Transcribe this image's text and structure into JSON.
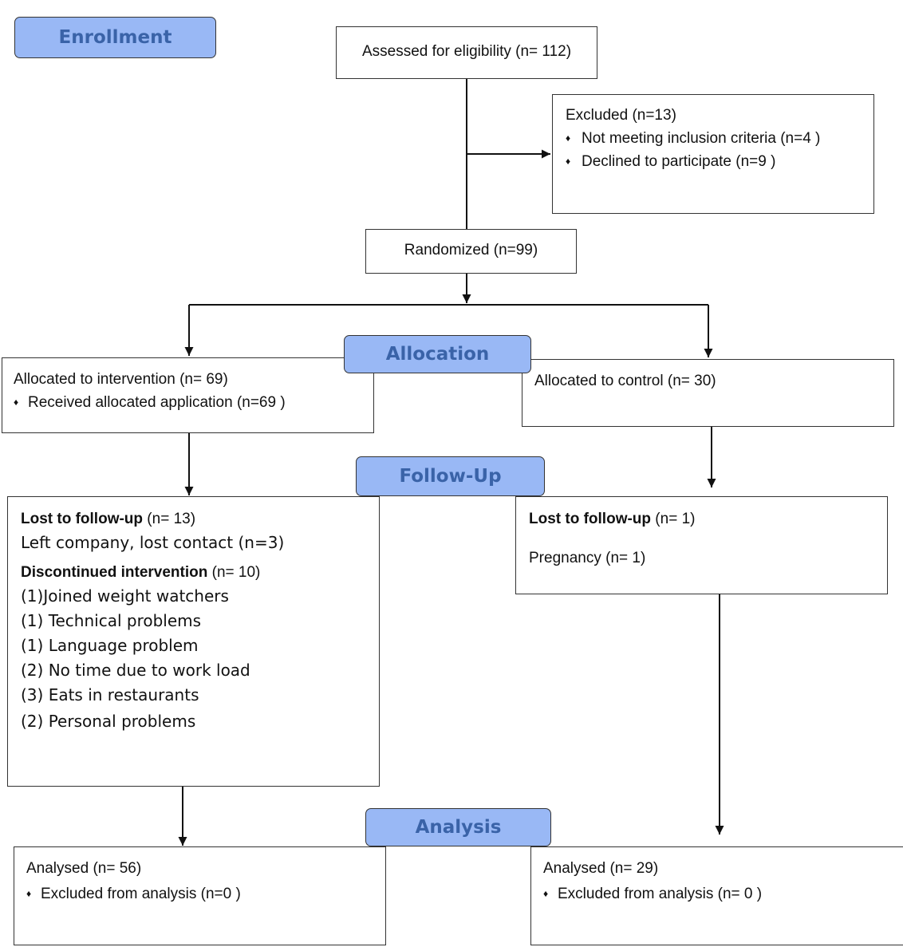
{
  "stages": {
    "enrollment": "Enrollment",
    "allocation": "Allocation",
    "follow_up": "Follow-Up",
    "analysis": "Analysis"
  },
  "assessed": {
    "text": "Assessed for eligibility (n= 112)"
  },
  "excluded": {
    "title": "Excluded (n=13)",
    "items": [
      "Not meeting inclusion criteria (n=4 )",
      "Declined to participate (n=9  )"
    ]
  },
  "randomized": {
    "text": "Randomized (n=99)"
  },
  "alloc_intervention": {
    "title": "Allocated to intervention (n= 69)",
    "item": "Received allocated application (n=69  )"
  },
  "alloc_control": {
    "title": "Allocated to control (n= 30)"
  },
  "followup_intervention": {
    "lost_label": "Lost to follow-up",
    "lost_count": " (n= 13)",
    "lost_reason": "Left company, lost contact (n=3)",
    "disc_label": "Discontinued intervention",
    "disc_count": " (n= 10)",
    "reasons": [
      "(1)Joined weight watchers",
      "(1) Technical problems",
      "(1) Language problem",
      "(2) No time due to work load",
      "(3) Eats in restaurants",
      "(2) Personal problems"
    ]
  },
  "followup_control": {
    "lost_label": "Lost to follow-up",
    "lost_count": " (n= 1)",
    "reason": "Pregnancy (n= 1)"
  },
  "analysis_intervention": {
    "title": "Analysed (n= 56)",
    "item": "Excluded from analysis  (n=0  )"
  },
  "analysis_control": {
    "title": "Analysed (n= 29)",
    "item": "Excluded from analysis (n= 0  )"
  },
  "bullet_symbol": "♦"
}
